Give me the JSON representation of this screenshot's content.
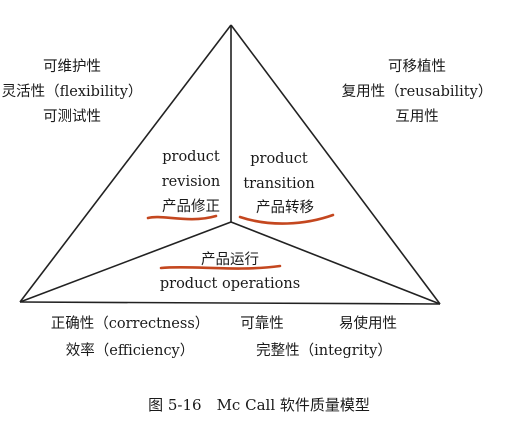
{
  "diagram": {
    "top_left_factors": [
      "可维护性",
      "灵活性（flexibility）",
      "可测试性"
    ],
    "top_right_factors": [
      "可移植性",
      "复用性（reusability）",
      "互用性"
    ],
    "revision": {
      "en_line1": "product",
      "en_line2": "revision",
      "zh": "产品修正"
    },
    "transition": {
      "en_line1": "product",
      "en_line2": "transition",
      "zh": "产品转移"
    },
    "operations": {
      "zh": "产品运行",
      "en": "product operations"
    },
    "bottom_row1": {
      "correctness": "正确性（correctness）",
      "reliability": "可靠性",
      "usability": "易使用性"
    },
    "bottom_row2": {
      "efficiency": "效率（efficiency）",
      "integrity": "完整性（integrity）"
    },
    "caption": "图 5-16　Mc Call 软件质量模型",
    "colors": {
      "line": "#222222",
      "underline": "#c4471f"
    }
  }
}
